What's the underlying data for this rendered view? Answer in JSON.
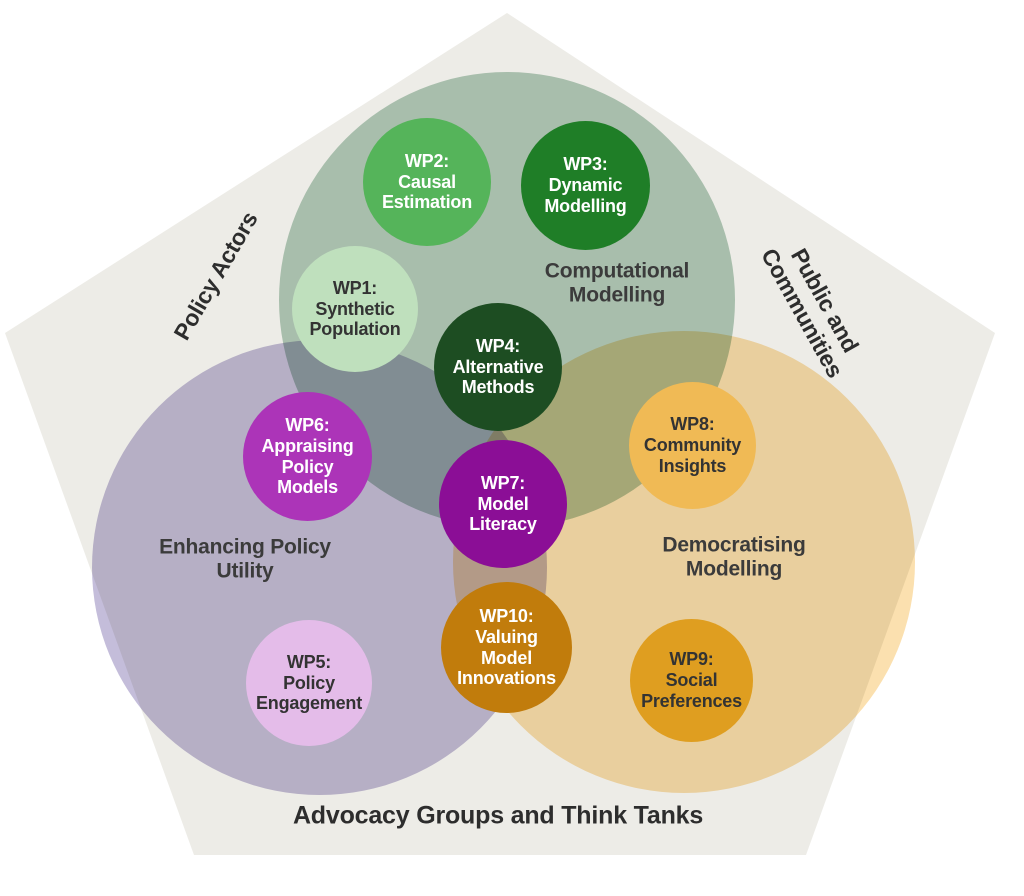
{
  "diagram": {
    "background_color": "#FFFFFF",
    "pentagon_color": "#EDECE7",
    "edge_labels": {
      "left": "Policy Actors",
      "right_lines": [
        "Public and",
        "Communities"
      ],
      "bottom": "Advocacy Groups and Think Tanks"
    },
    "regions": [
      {
        "name": "Computational Modelling",
        "lines": [
          "Computational",
          "Modelling"
        ],
        "color": "#A8BEAB"
      },
      {
        "name": "Enhancing Policy Utility",
        "lines": [
          "Enhancing Policy",
          "Utility"
        ],
        "color": "#B6AEC5"
      },
      {
        "name": "Democratising Modelling",
        "lines": [
          "Democratising",
          "Modelling"
        ],
        "color": "#E9CE9E"
      }
    ],
    "overlap_colors": {
      "green_purple": "#8C9FA8",
      "green_orange": "#B3B786",
      "purple_orange": "#BC9F86"
    },
    "work_packages": [
      {
        "id": "WP1",
        "lines": [
          "WP1:",
          "Synthetic",
          "Population"
        ],
        "fill": "#BFE0BD",
        "text_color": "#333333"
      },
      {
        "id": "WP2",
        "lines": [
          "WP2:",
          "Causal",
          "Estimation"
        ],
        "fill": "#55B45A",
        "text_color": "#FFFFFF"
      },
      {
        "id": "WP3",
        "lines": [
          "WP3:",
          "Dynamic",
          "Modelling"
        ],
        "fill": "#1F7E27",
        "text_color": "#FFFFFF"
      },
      {
        "id": "WP4",
        "lines": [
          "WP4:",
          "Alternative",
          "Methods"
        ],
        "fill": "#1D4D22",
        "text_color": "#FFFFFF"
      },
      {
        "id": "WP5",
        "lines": [
          "WP5:",
          "Policy",
          "Engagement"
        ],
        "fill": "#E4BCE9",
        "text_color": "#333333"
      },
      {
        "id": "WP6",
        "lines": [
          "WP6:",
          "Appraising",
          "Policy",
          "Models"
        ],
        "fill": "#AC34B8",
        "text_color": "#FFFFFF"
      },
      {
        "id": "WP7",
        "lines": [
          "WP7:",
          "Model",
          "Literacy"
        ],
        "fill": "#8B0E96",
        "text_color": "#FFFFFF"
      },
      {
        "id": "WP8",
        "lines": [
          "WP8:",
          "Community",
          "Insights"
        ],
        "fill": "#F0BA55",
        "text_color": "#333333"
      },
      {
        "id": "WP9",
        "lines": [
          "WP9:",
          "Social",
          "Preferences"
        ],
        "fill": "#DF9E20",
        "text_color": "#333333"
      },
      {
        "id": "WP10",
        "lines": [
          "WP10:",
          "Valuing",
          "Model",
          "Innovations"
        ],
        "fill": "#C17C0C",
        "text_color": "#FFFFFF"
      }
    ]
  }
}
